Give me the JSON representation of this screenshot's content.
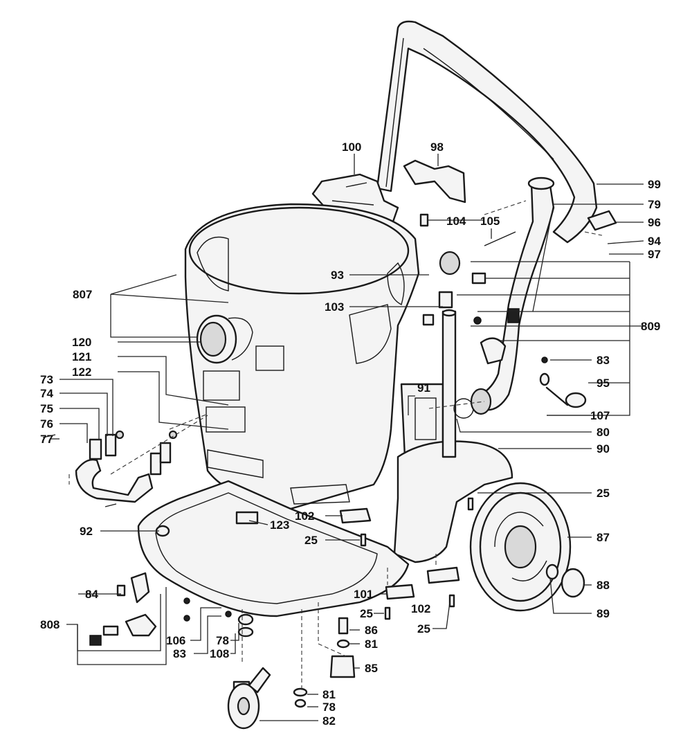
{
  "labels": {
    "l100": "100",
    "l98": "98",
    "l99": "99",
    "l79": "79",
    "l96": "96",
    "l104": "104",
    "l105": "105",
    "l94": "94",
    "l97": "97",
    "l93": "93",
    "l807": "807",
    "l103": "103",
    "l809": "809",
    "l120": "120",
    "l121": "121",
    "l83a": "83",
    "l122": "122",
    "l95": "95",
    "l73": "73",
    "l91": "91",
    "l74": "74",
    "l75": "75",
    "l107": "107",
    "l76": "76",
    "l80": "80",
    "l77": "77",
    "l90": "90",
    "l25a": "25",
    "l92": "92",
    "l102a": "102",
    "l123": "123",
    "l87": "87",
    "l25b": "25",
    "l84": "84",
    "l88": "88",
    "l101": "101",
    "l102b": "102",
    "l89": "89",
    "l25c": "25",
    "l86": "86",
    "l808": "808",
    "l25d": "25",
    "l78a": "78",
    "l81a": "81",
    "l106": "106",
    "l83b": "83",
    "l108": "108",
    "l85": "85",
    "l81b": "81",
    "l78b": "78",
    "l82": "82"
  }
}
